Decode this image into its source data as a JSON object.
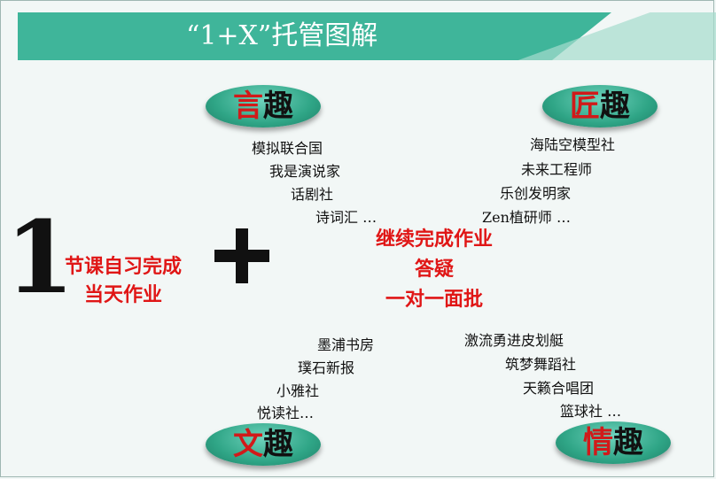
{
  "title": "“1+X”托管图解",
  "badges": {
    "yan": {
      "c1": "言",
      "c2": "趣"
    },
    "jiang": {
      "c1": "匠",
      "c2": "趣"
    },
    "wen": {
      "c1": "文",
      "c2": "趣"
    },
    "qing": {
      "c1": "情",
      "c2": "趣"
    }
  },
  "yan_items": [
    "模拟联合国",
    "我是演说家",
    "话剧社",
    "诗词汇 …"
  ],
  "jiang_items": [
    "海陆空模型社",
    "未来工程师",
    "乐创发明家",
    "Zen植研师 …"
  ],
  "wen_items": [
    "墨浦书房",
    "璞石新报",
    "小雅社",
    "悦读社…"
  ],
  "qing_items": [
    "激流勇进皮划艇",
    "筑梦舞蹈社",
    "天籁合唱团",
    "篮球社 …"
  ],
  "one": "1",
  "left_text": [
    "节课自习完成",
    "当天作业"
  ],
  "center_text": [
    "继续完成作业",
    "答疑",
    "一对一面批"
  ],
  "colors": {
    "accent": "#3fb59a",
    "highlight": "#e01616"
  }
}
